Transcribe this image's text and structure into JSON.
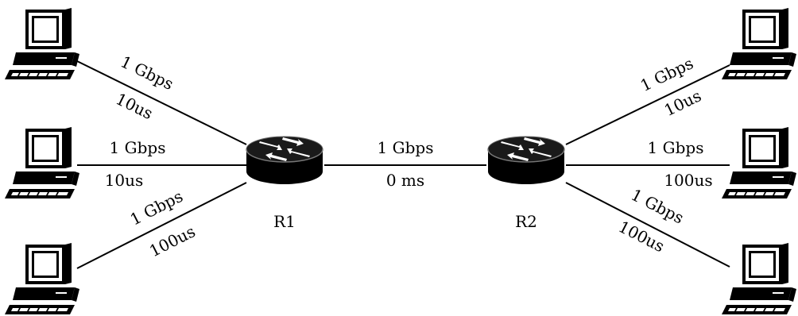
{
  "routers": [
    {
      "id": "r1",
      "label": "R1"
    },
    {
      "id": "r2",
      "label": "R2"
    }
  ],
  "core_link": {
    "bandwidth": "1 Gbps",
    "delay": "0 ms"
  },
  "hosts": {
    "left": [
      {
        "bandwidth": "1 Gbps",
        "delay": "10us"
      },
      {
        "bandwidth": "1 Gbps",
        "delay": "10us"
      },
      {
        "bandwidth": "1 Gbps",
        "delay": "100us"
      }
    ],
    "right": [
      {
        "bandwidth": "1 Gbps",
        "delay": "10us"
      },
      {
        "bandwidth": "1 Gbps",
        "delay": "100us"
      },
      {
        "bandwidth": "1 Gbps",
        "delay": "100us"
      }
    ]
  }
}
